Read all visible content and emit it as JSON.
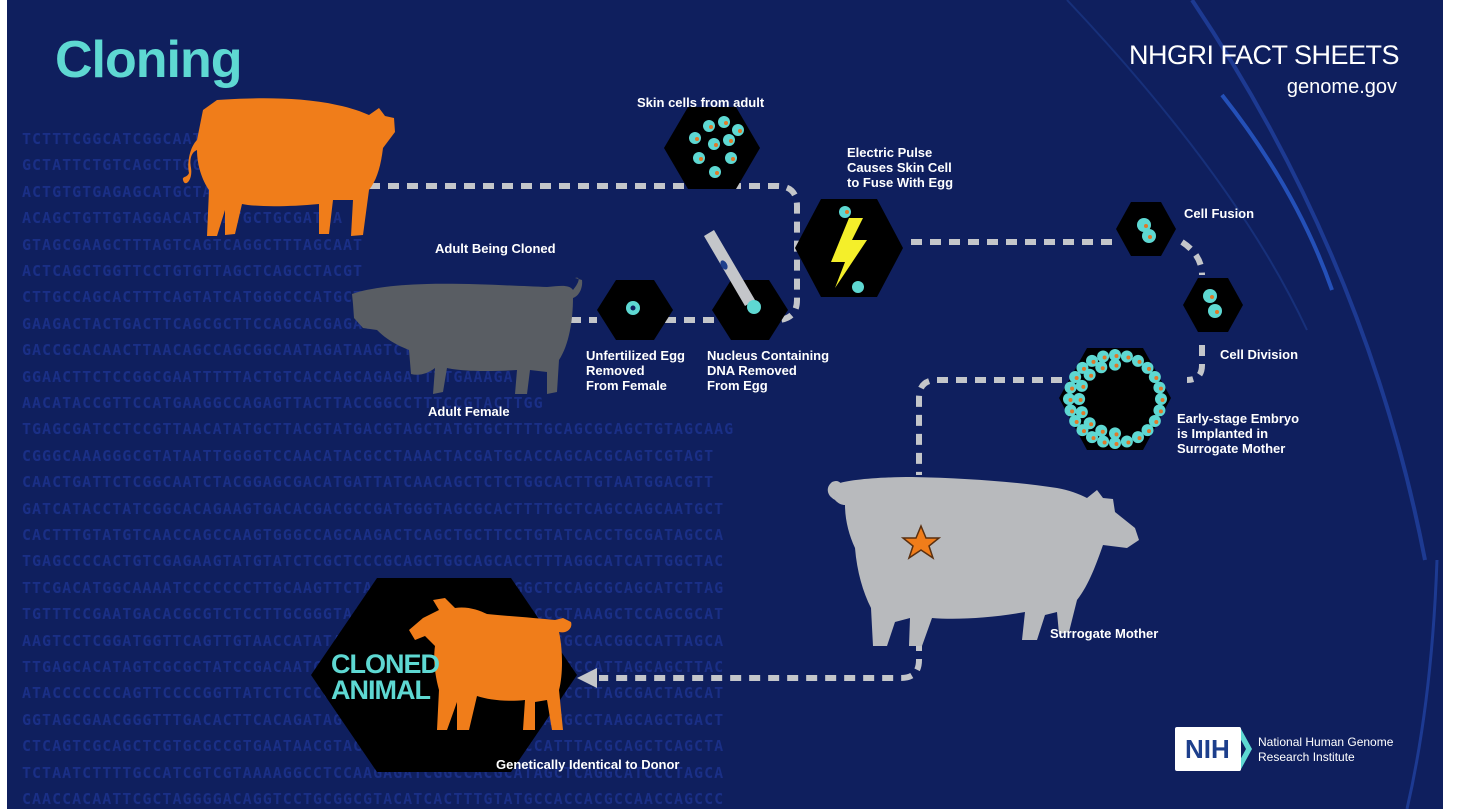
{
  "header": {
    "title": "Cloning",
    "brand": "NHGRI FACT SHEETS",
    "website": "genome.gov"
  },
  "steps": {
    "skin_cells": "Skin cells from adult",
    "electric_pulse": [
      "Electric Pulse",
      "Causes Skin Cell",
      "to Fuse With Egg"
    ],
    "adult_cloned": "Adult Being Cloned",
    "adult_female": "Adult Female",
    "unfertilized_egg": [
      "Unfertilized Egg",
      "Removed",
      "From Female"
    ],
    "nucleus": [
      "Nucleus Containing",
      "DNA Removed",
      "From Egg"
    ],
    "cell_fusion": "Cell Fusion",
    "cell_division": "Cell Division",
    "embryo": [
      "Early-stage Embryo",
      "is Implanted in",
      "Surrogate Mother"
    ],
    "surrogate": "Surrogate Mother",
    "cloned_animal": [
      "CLONED",
      "ANIMAL"
    ],
    "identical": "Genetically Identical to Donor"
  },
  "footer": {
    "logo": "NIH",
    "institute": [
      "National Human Genome",
      "Research Institute"
    ]
  },
  "background_dna": [
    "TCTTTCGGCATCGGCAATGGACTAGTGTTAGC",
    "GCTATTCTGTCAGCTTGGTACAAGCGTAC",
    "ACTGTGTGAGAGCATGCTACGGAGCCTATGAG",
    "ACAGCTGTTGTAGGACATCGATGCTGCGATCA",
    "GTAGCGAAGCTTTAGTCAGTCAGGCTTTAGCAAT",
    "ACTCAGCTGGTTCCTGTGTTAGCTCAGCCTACGT",
    "CTTGCCAGCACTTTCAGTATCATGGGCCCATGCTTAGCATGCAATGG",
    "GAAGACTACTGACTTCAGCGCTTCCAGCACGAGACCTAAGCAGCAA",
    "GACCGCACAACTTAACAGCCAGCGGCAATAGATAAGTCTCC",
    "GGAACTTCTCCGGCGAATTTTTACTGTCACCAGCAGAGATTTTGAAAGA",
    "AACATACCGTTCCATGAAGGCCAGAGTTACTTACCGGCCTTTCCGTACTTGG",
    "TGAGCGATCCTCCGTTAACATATGCTTACGTATGACGTAGCTATGTGCTTTTGCAGCGCAGCTGTAGCAAG",
    "CGGGCAAAGGGCGTATAATTGGGGTCCAACATACGCCTAAACTACGATGCACCAGCACGCAGTCGTAGT",
    "CAACTGATTCTCGGCAATCTACGGAGCGACATGATTATCAACAGCTCTCTGGCACTTGTAATGGACGTT",
    "GATCATACCTATCGGCACAGAAGTGACACGACGCCGATGGGTAGCGCACTTTTGCTCAGCCAGCAATGCT",
    "CACTTTGTATGTCAACCAGCCAAGTGGGCCAGCAAGACTCAGCTGCTTCCTGTATCACCTGCGATAGCCA",
    "TGAGCCCCACTGTCGAGAAGTATGTATCTCGCTCCCGCAGCTGGCAGCACCTTTAGGCATCATTGGCTAC",
    "TTCGACATGGCAAAATCCCCCCCTTGCAAGTTCTAGAGCCGCTTCGCCAGGCTCCAGCGCAGCATCTTAG",
    "TGTTTCCGAATGACACGCGTCTCCTTGCGGGTAAATCCAGCGCTAGCAGATCCCTAAAGCTCCAGCGCAT",
    "AAGTCCTCGGATGGTTCAGTTGTAACCATATACTTAGGCAGCATCCCATCATTCGCCACGGCCATTAGCA",
    "TTGAGCACATAGTCGCGCTATCCGACAATCTCCAGCGGAGACACGCTAAGCTACGCCATTAGCAGCTTAC",
    "ATACCCCCCCAGTTCCCCGGTTATCTCTCCGAGGCAGCTCGAGCTACTAGGCATCCTTAGCGACTAGCAT",
    "GGTAGCGAACGGGTTTGACACTTCACAGATAGTGGGCAGCTTTACGCCAAGCATGCCTAAGCAGCTGACT",
    "CTCAGTCGCAGCTCGTGCGCCGTGAATAACGTACTCATGCATTACTGCAGCCATTTACGCAGCTCAGCTA",
    "TCTAATCTTTTGCCATCGTCGTAAAAGGCCTCCAAGAGATCGGCCACGCATAGCTCAGGCATCCCTAGCA",
    "CAACCACAATTCGCTAGGGGACAGGTCCTGCGGCGTACATCACTTTGTATGCCACCACGCCAACCAGCCC"
  ],
  "colors": {
    "background": "#0f1f5e",
    "accent_teal": "#5ed8d2",
    "donor_orange": "#f07d1a",
    "female_gray": "#595d63",
    "surrogate_gray": "#b8babd",
    "hexagon": "#000000",
    "path_dash": "#c4c6ca",
    "bolt": "#f4ef2a",
    "star": "#f07d1a"
  },
  "icons": [
    "pig-donor-icon",
    "pig-female-icon",
    "pig-surrogate-icon",
    "piglet-clone-icon",
    "lightning-bolt-icon",
    "pipette-icon",
    "star-icon",
    "cell-icon",
    "nih-logo"
  ]
}
